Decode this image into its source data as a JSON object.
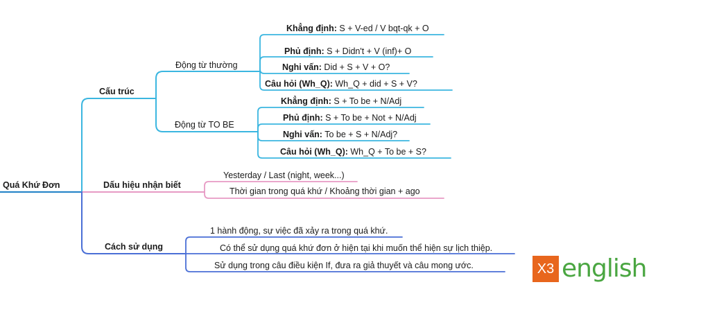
{
  "root": {
    "label": "Quá Khứ Đơn"
  },
  "branches": {
    "structure": {
      "label": "Cấu trúc",
      "regular_verb": {
        "label": "Động từ thường",
        "items": [
          {
            "key": "Khẳng định:",
            "value": " S + V-ed / V bqt-qk + O"
          },
          {
            "key": "Phủ định:",
            "value": " S + Didn't + V (inf)+ O"
          },
          {
            "key": "Nghi vấn:",
            "value": " Did + S + V + O?"
          },
          {
            "key": "Câu hỏi (Wh_Q):",
            "value": " Wh_Q + did + S + V?"
          }
        ]
      },
      "to_be": {
        "label": "Động từ TO BE",
        "items": [
          {
            "key": "Khẳng định:",
            "value": " S + To be + N/Adj"
          },
          {
            "key": "Phủ định:",
            "value": " S + To be + Not + N/Adj"
          },
          {
            "key": "Nghi vấn:",
            "value": " To be + S + N/Adj?"
          },
          {
            "key": "Câu hỏi (Wh_Q):",
            "value": " Wh_Q + To be + S?"
          }
        ]
      }
    },
    "signs": {
      "label": "Dấu hiệu nhận biết",
      "items": [
        "Yesterday / Last (night, week...)",
        "Thời gian trong quá khứ / Khoảng thời gian + ago"
      ]
    },
    "usage": {
      "label": "Cách sử dụng",
      "items": [
        "1 hành động, sự việc đã xảy ra trong quá khứ.",
        "Có thể sử dụng quá khứ đơn ở hiện tại khi muốn thể hiện sự lịch thiệp.",
        "Sử dụng trong câu điều kiện If, đưa ra giả thuyết và câu mong ước."
      ]
    }
  },
  "logo": {
    "box_text": "X3",
    "word": "english"
  },
  "colors": {
    "structure": "#3bb6e0",
    "signs": "#e79ac4",
    "usage": "#4a6fd6",
    "root": "#2a86c9",
    "logo_orange": "#e8661d",
    "logo_green": "#4aa641"
  }
}
